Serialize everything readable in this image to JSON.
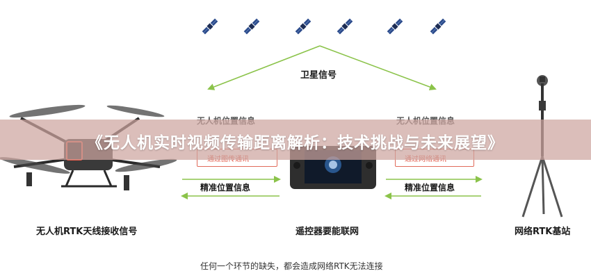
{
  "banner": {
    "title": "《无人机实时视频传输距离解析：技术挑战与未来展望》"
  },
  "satellite_section": {
    "label": "卫星信号",
    "satellite_count": 6
  },
  "left_link": {
    "top_label": "无人机位置信息",
    "box_label": "通过图传通讯",
    "bottom_label": "精准位置信息"
  },
  "right_link": {
    "top_label": "无人机位置信息",
    "box_label": "通过网络通讯",
    "bottom_label": "精准位置信息"
  },
  "nodes": {
    "drone_label": "无人机RTK天线接收信号",
    "controller_label": "遥控器要能联网",
    "base_station_label": "网络RTK基站"
  },
  "footer": {
    "caption": "任何一个环节的缺失，都会造成网络RTK无法连接"
  },
  "colors": {
    "arrow_green": "#8bc34a",
    "box_red": "#e06a5a",
    "banner": "#cda5a0"
  },
  "icons": [
    "satellite-icon",
    "drone-icon",
    "remote-controller-icon",
    "rtk-base-station-icon"
  ]
}
